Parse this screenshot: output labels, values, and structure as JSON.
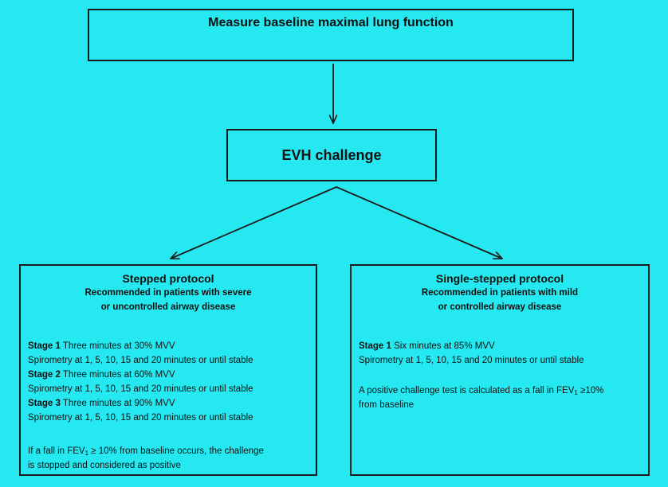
{
  "top": {
    "title": "Measure baseline maximal lung function"
  },
  "evh": {
    "title": "EVH challenge"
  },
  "stepped": {
    "heading": "Stepped protocol",
    "sub1": "Recommended in patients with severe",
    "sub2": "or uncontrolled airway disease",
    "stage1_label": "Stage 1",
    "stage1_text": " Three minutes at 30% MVV",
    "spiro1": "Spirometry at 1, 5, 10, 15 and 20 minutes or until stable",
    "stage2_label": "Stage 2",
    "stage2_text": " Three minutes at 60% MVV",
    "spiro2": "Spirometry at 1, 5, 10, 15 and 20 minutes or until stable",
    "stage3_label": "Stage 3",
    "stage3_text": " Three minutes at 90% MVV",
    "spiro3": "Spirometry at 1, 5, 10, 15 and 20 minutes or until stable",
    "note_part1": "If a fall  in FEV",
    "note_sub": "1",
    "note_part2": " ≥ 10% from baseline occurs, the challenge",
    "note_line2": "is stopped and considered as positive"
  },
  "single": {
    "heading": "Single-stepped protocol",
    "sub1": "Recommended in patients with mild",
    "sub2": "or controlled airway disease",
    "stage1_label": "Stage 1",
    "stage1_text": " Six minutes at 85% MVV",
    "spiro1": "Spirometry at 1, 5, 10, 15 and 20 minutes or until stable",
    "note_part1": "A positive challenge test is calculated as a fall in FEV",
    "note_sub": "1",
    "note_part2": " ≥10%",
    "note_line2": "from baseline"
  },
  "colors": {
    "background": "#25e8f0",
    "stroke": "#1a1a1a"
  }
}
